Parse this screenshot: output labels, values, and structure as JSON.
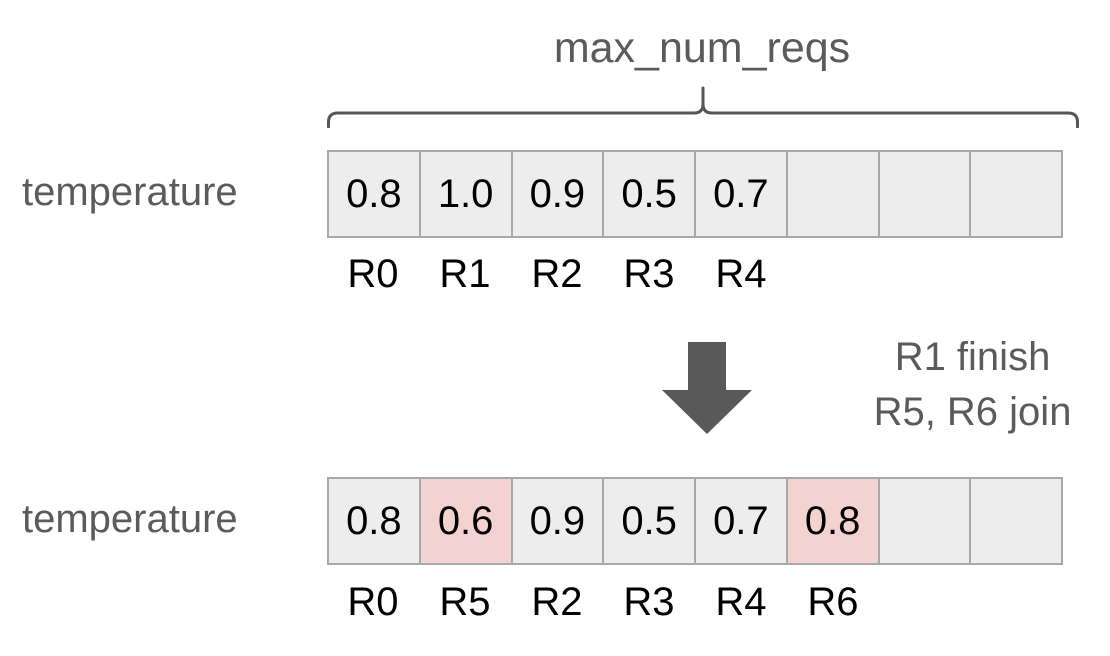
{
  "diagram": {
    "title": "max_num_reqs",
    "brace_label": "max_num_reqs",
    "colors": {
      "cell_fill": "#ededed",
      "cell_border": "#a8a8a8",
      "highlight_fill": "#f2d3d1",
      "text_gray": "#5b5b5b",
      "text_black": "#000000",
      "arrow_fill": "#595959",
      "background": "#ffffff"
    },
    "rows": [
      {
        "label": "temperature",
        "capacity": 8,
        "cells": [
          {
            "value": "0.8",
            "req_id": "R0",
            "highlight": false
          },
          {
            "value": "1.0",
            "req_id": "R1",
            "highlight": false
          },
          {
            "value": "0.9",
            "req_id": "R2",
            "highlight": false
          },
          {
            "value": "0.5",
            "req_id": "R3",
            "highlight": false
          },
          {
            "value": "0.7",
            "req_id": "R4",
            "highlight": false
          },
          {
            "value": "",
            "req_id": "",
            "highlight": false
          },
          {
            "value": "",
            "req_id": "",
            "highlight": false
          },
          {
            "value": "",
            "req_id": "",
            "highlight": false
          }
        ]
      },
      {
        "label": "temperature",
        "capacity": 8,
        "cells": [
          {
            "value": "0.8",
            "req_id": "R0",
            "highlight": false
          },
          {
            "value": "0.6",
            "req_id": "R5",
            "highlight": true
          },
          {
            "value": "0.9",
            "req_id": "R2",
            "highlight": false
          },
          {
            "value": "0.5",
            "req_id": "R3",
            "highlight": false
          },
          {
            "value": "0.7",
            "req_id": "R4",
            "highlight": false
          },
          {
            "value": "0.8",
            "req_id": "R6",
            "highlight": true
          },
          {
            "value": "",
            "req_id": "",
            "highlight": false
          },
          {
            "value": "",
            "req_id": "",
            "highlight": false
          }
        ]
      }
    ],
    "transition": {
      "arrow_icon": "arrow-down-icon",
      "lines": [
        "R1 finish",
        "R5, R6 join"
      ]
    }
  }
}
